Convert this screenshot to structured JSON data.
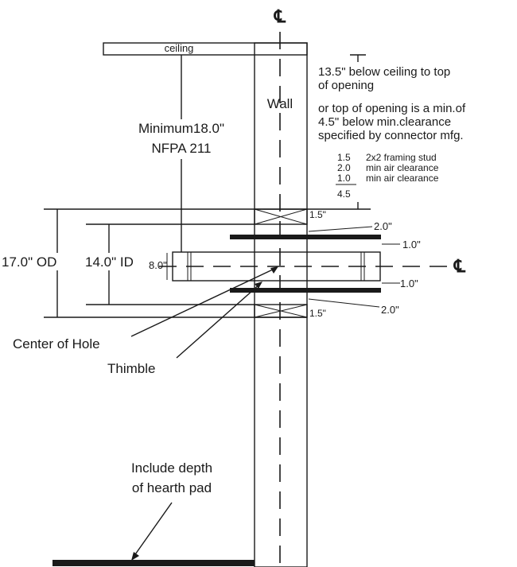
{
  "centerline_symbol": "℄",
  "ceiling_label": "ceiling",
  "wall_label": "Wall",
  "min_clearance": {
    "line1": "Minimum18.0\"",
    "line2": "NFPA 211"
  },
  "top_note": {
    "line1": "13.5\" below ceiling to top",
    "line2": "of opening",
    "line3": "or top of opening is a min.of",
    "line4": "4.5\" below min.clearance",
    "line5": "specified by connector mfg."
  },
  "breakdown": {
    "rows": [
      {
        "value": "1.5",
        "desc": "2x2 framing stud"
      },
      {
        "value": "2.0",
        "desc": "min air clearance"
      },
      {
        "value": "1.0",
        "desc": "min air clearance"
      }
    ],
    "total": "4.5"
  },
  "dims": {
    "od": "17.0\" OD",
    "id": "14.0\" ID",
    "pipe": "8.0\"",
    "stud_top": "1.5\"",
    "stud_bottom": "1.5\"",
    "air_top": "2.0\"",
    "air_bottom": "2.0\"",
    "gap_top": "1.0\"",
    "gap_bottom": "1.0\""
  },
  "center_hole_label": "Center of Hole",
  "thimble_label": "Thimble",
  "hearth": {
    "line1": "Include depth",
    "line2": "of hearth pad"
  }
}
